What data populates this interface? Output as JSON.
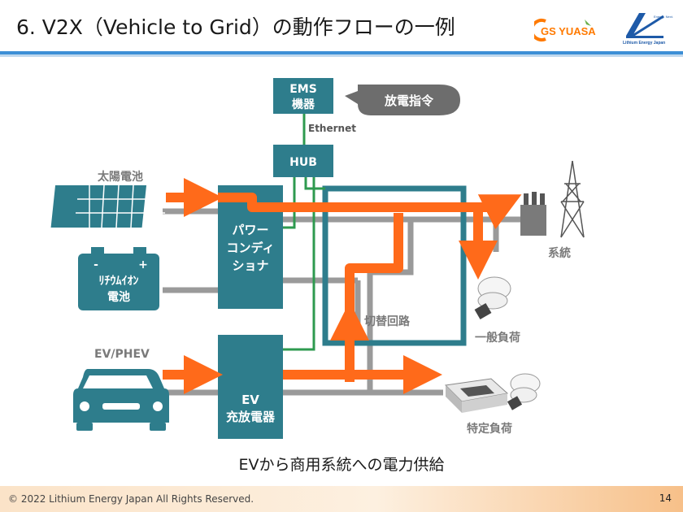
{
  "slide": {
    "title": "6. V2X（Vehicle to Grid）の動作フローの一例",
    "caption": "EVから商用系統への電力供給",
    "footer": "© 2022 Lithium Energy Japan All Rights Reserved.",
    "page_number": "14"
  },
  "logos": {
    "gs_yuasa": "GS YUASA",
    "lej_small": "Energy. Next.",
    "lej_name": "Lithium Energy Japan"
  },
  "diagram": {
    "ems_line1": "EMS",
    "ems_line2": "機器",
    "command_bubble": "放電指令",
    "ethernet": "Ethernet",
    "hub": "HUB",
    "solar": "太陽電池",
    "battery_minus": "-",
    "battery_plus": "+",
    "battery_line1": "ﾘﾁｳﾑｲｵﾝ",
    "battery_line2": "電池",
    "power_conditioner_line1": "パワー",
    "power_conditioner_line2": "コンディ",
    "power_conditioner_line3": "ショナ",
    "ev_label": "EV/PHEV",
    "ev_charger_line1": "EV",
    "ev_charger_line2": "充放電器",
    "grid": "系統",
    "switch_circuit": "切替回路",
    "general_load": "一般負荷",
    "specific_load": "特定負荷"
  },
  "colors": {
    "teal": "#2e7d8c",
    "orange": "#ff6a1a",
    "green": "#2e9a4f",
    "gray_wire": "#9a9a9a",
    "accent_blue": "#3d8fd6"
  }
}
